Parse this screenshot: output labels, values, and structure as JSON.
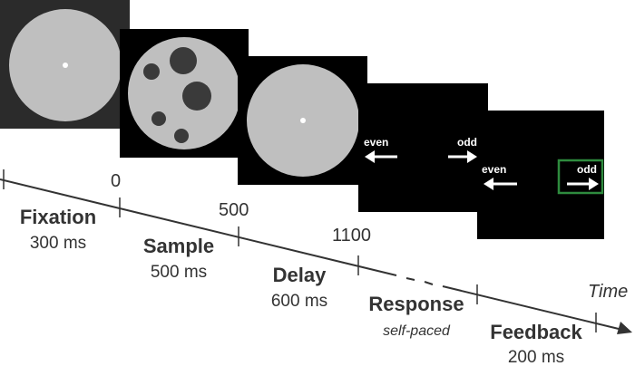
{
  "timeline": {
    "axis_label": "Time",
    "tick_labels": [
      "0",
      "500",
      "1100"
    ],
    "phases": [
      {
        "name": "Fixation",
        "duration": "300 ms"
      },
      {
        "name": "Sample",
        "duration": "500 ms"
      },
      {
        "name": "Delay",
        "duration": "600 ms"
      },
      {
        "name": "Response",
        "duration": "self-paced"
      },
      {
        "name": "Feedback",
        "duration": "200 ms"
      }
    ]
  },
  "screens": {
    "response": {
      "left_label": "even",
      "right_label": "odd"
    },
    "feedback": {
      "left_label": "even",
      "right_label": "odd"
    }
  },
  "colors": {
    "screen_background": "#000000",
    "fixation_background": "#2b2b2b",
    "disc": "#bfbfbf",
    "sample_dots": "#3a3a3a",
    "feedback_highlight": "#2e8b3e",
    "text": "#333333"
  }
}
